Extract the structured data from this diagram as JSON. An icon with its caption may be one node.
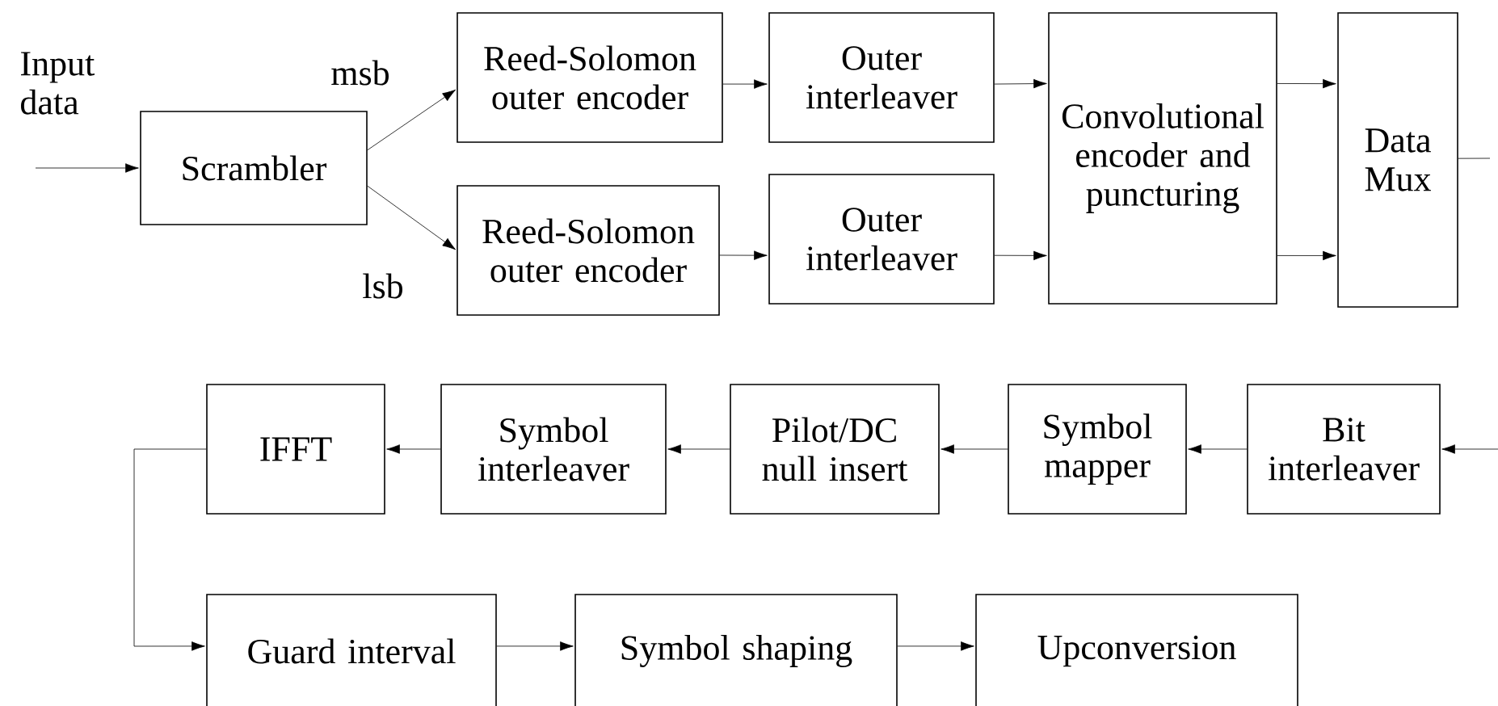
{
  "diagram": {
    "nodes": [
      {
        "text": [
          "Scrambler"
        ]
      },
      {
        "text": [
          "Reed-Solomon outer encoder"
        ]
      },
      {
        "text": [
          "Reed-Solomon outer encoder"
        ]
      },
      {
        "text": [
          "Outer interleaver"
        ]
      },
      {
        "text": [
          "Outer interleaver"
        ]
      },
      {
        "text": [
          "Convolutional encoder and puncturing"
        ]
      },
      {
        "text": [
          "Data Mux"
        ]
      },
      {
        "text": [
          "IFFT"
        ]
      },
      {
        "text": [
          "Symbol interleaver"
        ]
      },
      {
        "text": [
          "Pilot/DC null insert"
        ]
      },
      {
        "text": [
          "Symbol mapper"
        ]
      },
      {
        "text": [
          "Bit interleaver"
        ]
      },
      {
        "text": [
          "Guard interval"
        ]
      },
      {
        "text": [
          "Symbol shaping"
        ]
      },
      {
        "text": [
          "Upconversion"
        ]
      }
    ],
    "edges": [
      {
        "from": null,
        "to": 0,
        "arrow": "to"
      },
      {
        "from": 0,
        "to": 1,
        "arrow": "to",
        "label": "msb"
      },
      {
        "from": 0,
        "to": 2,
        "arrow": "to",
        "label": "lsb"
      },
      {
        "from": 1,
        "to": 3,
        "arrow": "to"
      },
      {
        "from": 2,
        "to": 4,
        "arrow": "to"
      },
      {
        "from": 3,
        "to": 5,
        "arrow": "to"
      },
      {
        "from": 4,
        "to": 5,
        "arrow": "to"
      },
      {
        "from": 5,
        "to": 6,
        "arrow": "to"
      },
      {
        "from": 5,
        "to": 6,
        "arrow": "to"
      },
      {
        "from": 6,
        "to": null,
        "arrow": "none"
      },
      {
        "from": null,
        "to": 11,
        "arrow": "to"
      },
      {
        "from": 11,
        "to": 10,
        "arrow": "to"
      },
      {
        "from": 10,
        "to": 9,
        "arrow": "to"
      },
      {
        "from": 9,
        "to": 8,
        "arrow": "to"
      },
      {
        "from": 8,
        "to": 7,
        "arrow": "to"
      },
      {
        "from": 7,
        "to": 12,
        "arrow": "to"
      },
      {
        "from": 12,
        "to": 13,
        "arrow": "to"
      },
      {
        "from": 13,
        "to": 14,
        "arrow": "to"
      }
    ],
    "labels": [
      "Input data"
    ]
  }
}
